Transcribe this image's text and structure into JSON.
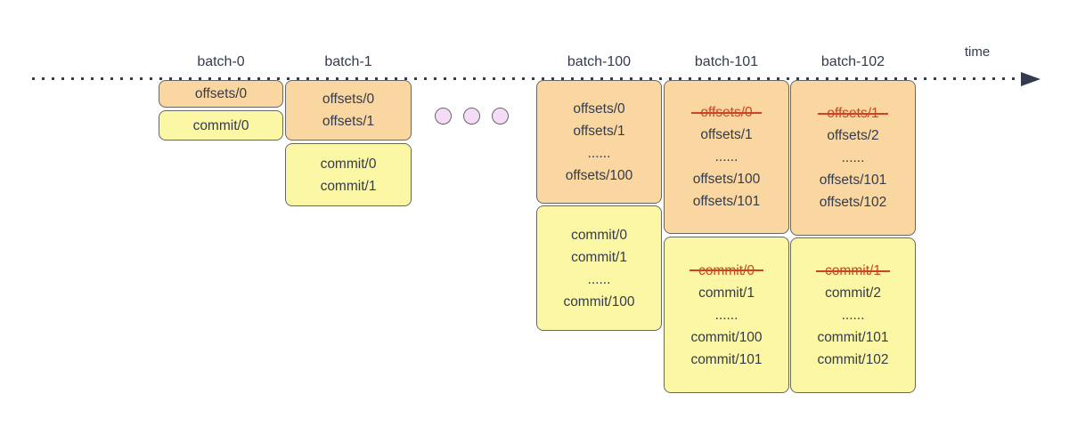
{
  "timeline": {
    "label": "time"
  },
  "colors": {
    "offsets_fill": "#fad7a0",
    "commit_fill": "#fcf7a5",
    "stroke": "#666666",
    "text": "#333b4d",
    "line": "#333b4d",
    "strike": "#cc4522",
    "dot_fill": "#f5dcf6"
  },
  "ellipsis": {
    "dot_count": 3
  },
  "batches": [
    {
      "label": "batch-0",
      "offsets": {
        "lines": [
          {
            "text": "offsets/0",
            "strike": false
          }
        ]
      },
      "commit": {
        "lines": [
          {
            "text": "commit/0",
            "strike": false
          }
        ]
      }
    },
    {
      "label": "batch-1",
      "offsets": {
        "lines": [
          {
            "text": "offsets/0",
            "strike": false
          },
          {
            "text": "offsets/1",
            "strike": false
          }
        ]
      },
      "commit": {
        "lines": [
          {
            "text": "commit/0",
            "strike": false
          },
          {
            "text": "commit/1",
            "strike": false
          }
        ]
      }
    },
    {
      "label": "batch-100",
      "offsets": {
        "lines": [
          {
            "text": "offsets/0",
            "strike": false
          },
          {
            "text": "offsets/1",
            "strike": false
          },
          {
            "text": "......",
            "strike": false
          },
          {
            "text": "offsets/100",
            "strike": false
          }
        ]
      },
      "commit": {
        "lines": [
          {
            "text": "commit/0",
            "strike": false
          },
          {
            "text": "commit/1",
            "strike": false
          },
          {
            "text": "......",
            "strike": false
          },
          {
            "text": "commit/100",
            "strike": false
          }
        ]
      }
    },
    {
      "label": "batch-101",
      "offsets": {
        "lines": [
          {
            "text": "offsets/0",
            "strike": true
          },
          {
            "text": "offsets/1",
            "strike": false
          },
          {
            "text": "......",
            "strike": false
          },
          {
            "text": "offsets/100",
            "strike": false
          },
          {
            "text": "offsets/101",
            "strike": false
          }
        ]
      },
      "commit": {
        "lines": [
          {
            "text": "commit/0",
            "strike": true
          },
          {
            "text": "commit/1",
            "strike": false
          },
          {
            "text": "......",
            "strike": false
          },
          {
            "text": "commit/100",
            "strike": false
          },
          {
            "text": "commit/101",
            "strike": false
          }
        ]
      }
    },
    {
      "label": "batch-102",
      "offsets": {
        "lines": [
          {
            "text": "offsets/1",
            "strike": true
          },
          {
            "text": "offsets/2",
            "strike": false
          },
          {
            "text": "......",
            "strike": false
          },
          {
            "text": "offsets/101",
            "strike": false
          },
          {
            "text": "offsets/102",
            "strike": false
          }
        ]
      },
      "commit": {
        "lines": [
          {
            "text": "commit/1",
            "strike": true
          },
          {
            "text": "commit/2",
            "strike": false
          },
          {
            "text": "......",
            "strike": false
          },
          {
            "text": "commit/101",
            "strike": false
          },
          {
            "text": "commit/102",
            "strike": false
          }
        ]
      }
    }
  ]
}
